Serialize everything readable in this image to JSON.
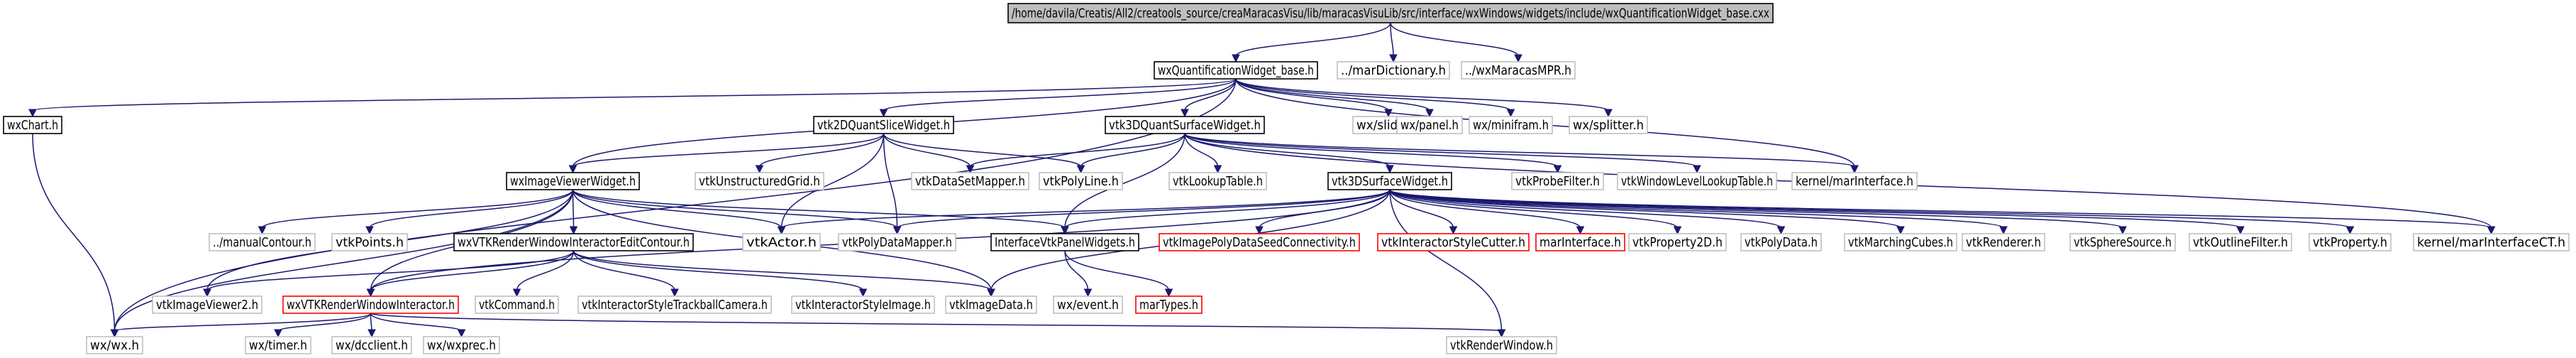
{
  "colors": {
    "root_fill": "#bfbfbf",
    "border_documented": "#000000",
    "border_external": "#bfbfbf",
    "border_undocumented": "#ff0000",
    "edge": "#191970"
  },
  "nodes": [
    {
      "id": "root",
      "label": "/home/davila/Creatis/All2/creatools_source/creaMaracasVisu/lib/maracasVisuLib/src/interface/wxWindows/widgets/include/wxQuantificationWidget_base.cxx",
      "kind": "root"
    },
    {
      "id": "wxqw",
      "label": "wxQuantificationWidget_base.h",
      "kind": "documented"
    },
    {
      "id": "mardict",
      "label": "../marDictionary.h",
      "kind": "external"
    },
    {
      "id": "wxmpr",
      "label": "../wxMaracasMPR.h",
      "kind": "external"
    },
    {
      "id": "wxchart",
      "label": "wxChart.h",
      "kind": "documented"
    },
    {
      "id": "v2dslice",
      "label": "vtk2DQuantSliceWidget.h",
      "kind": "documented"
    },
    {
      "id": "v3dquant",
      "label": "vtk3DQuantSurfaceWidget.h",
      "kind": "documented"
    },
    {
      "id": "wxslider",
      "label": "wx/slider.h",
      "kind": "external"
    },
    {
      "id": "wxpanel",
      "label": "wx/panel.h",
      "kind": "external"
    },
    {
      "id": "wxminifram",
      "label": "wx/minifram.h",
      "kind": "external"
    },
    {
      "id": "wxsplitter",
      "label": "wx/splitter.h",
      "kind": "external"
    },
    {
      "id": "wximgviewer",
      "label": "wxImageViewerWidget.h",
      "kind": "documented"
    },
    {
      "id": "vtkugrid",
      "label": "vtkUnstructuredGrid.h",
      "kind": "external"
    },
    {
      "id": "vtkdsmapper",
      "label": "vtkDataSetMapper.h",
      "kind": "external"
    },
    {
      "id": "vtkpolyline",
      "label": "vtkPolyLine.h",
      "kind": "external"
    },
    {
      "id": "vtklut",
      "label": "vtkLookupTable.h",
      "kind": "external"
    },
    {
      "id": "vtkprobe",
      "label": "vtkProbeFilter.h",
      "kind": "external"
    },
    {
      "id": "vtkwlut",
      "label": "vtkWindowLevelLookupTable.h",
      "kind": "external"
    },
    {
      "id": "kmarinterface",
      "label": "kernel/marInterface.h",
      "kind": "external"
    },
    {
      "id": "manualcontour",
      "label": "../manualContour.h",
      "kind": "external"
    },
    {
      "id": "vtkpoints",
      "label": "vtkPoints.h",
      "kind": "external"
    },
    {
      "id": "wxvtkrwiedit",
      "label": "wxVTKRenderWindowInteractorEditContour.h",
      "kind": "documented"
    },
    {
      "id": "v3dsurf",
      "label": "vtk3DSurfaceWidget.h",
      "kind": "documented"
    },
    {
      "id": "vtkactor",
      "label": "vtkActor.h",
      "kind": "external"
    },
    {
      "id": "vtkpdmapper",
      "label": "vtkPolyDataMapper.h",
      "kind": "external"
    },
    {
      "id": "ivtkpanel",
      "label": "InterfaceVtkPanelWidgets.h",
      "kind": "documented"
    },
    {
      "id": "vtkipdsc",
      "label": "vtkImagePolyDataSeedConnectivity.h",
      "kind": "undocumented"
    },
    {
      "id": "vtkiscutter",
      "label": "vtkInteractorStyleCutter.h",
      "kind": "undocumented"
    },
    {
      "id": "marinterface",
      "label": "marInterface.h",
      "kind": "undocumented"
    },
    {
      "id": "vtkprop2d",
      "label": "vtkProperty2D.h",
      "kind": "external"
    },
    {
      "id": "vtkpolydata",
      "label": "vtkPolyData.h",
      "kind": "external"
    },
    {
      "id": "vtkmcubes",
      "label": "vtkMarchingCubes.h",
      "kind": "external"
    },
    {
      "id": "vtkrenderer",
      "label": "vtkRenderer.h",
      "kind": "external"
    },
    {
      "id": "vtksphere",
      "label": "vtkSphereSource.h",
      "kind": "external"
    },
    {
      "id": "vtkoutline",
      "label": "vtkOutlineFilter.h",
      "kind": "external"
    },
    {
      "id": "vtkproperty",
      "label": "vtkProperty.h",
      "kind": "external"
    },
    {
      "id": "kmarinterfacect",
      "label": "kernel/marInterfaceCT.h",
      "kind": "external"
    },
    {
      "id": "vtkimgviewer2",
      "label": "vtkImageViewer2.h",
      "kind": "external"
    },
    {
      "id": "wxvtkrwi",
      "label": "wxVTKRenderWindowInteractor.h",
      "kind": "undocumented"
    },
    {
      "id": "vtkcommand",
      "label": "vtkCommand.h",
      "kind": "external"
    },
    {
      "id": "vtkistc",
      "label": "vtkInteractorStyleTrackballCamera.h",
      "kind": "external"
    },
    {
      "id": "vtkisimage",
      "label": "vtkInteractorStyleImage.h",
      "kind": "external"
    },
    {
      "id": "vtkimagedata",
      "label": "vtkImageData.h",
      "kind": "external"
    },
    {
      "id": "wxevent",
      "label": "wx/event.h",
      "kind": "external"
    },
    {
      "id": "martypes",
      "label": "marTypes.h",
      "kind": "undocumented"
    },
    {
      "id": "wxwx",
      "label": "wx/wx.h",
      "kind": "external"
    },
    {
      "id": "wxtimer",
      "label": "wx/timer.h",
      "kind": "external"
    },
    {
      "id": "wxdcclient",
      "label": "wx/dcclient.h",
      "kind": "external"
    },
    {
      "id": "wxwxprec",
      "label": "wx/wxprec.h",
      "kind": "external"
    },
    {
      "id": "vtkrenderwindow",
      "label": "vtkRenderWindow.h",
      "kind": "external"
    }
  ],
  "edges": [
    [
      "root",
      "wxqw"
    ],
    [
      "root",
      "mardict"
    ],
    [
      "root",
      "wxmpr"
    ],
    [
      "wxqw",
      "wxchart"
    ],
    [
      "wxqw",
      "v2dslice"
    ],
    [
      "wxqw",
      "v3dquant"
    ],
    [
      "wxqw",
      "wxslider"
    ],
    [
      "wxqw",
      "wxpanel"
    ],
    [
      "wxqw",
      "wxminifram"
    ],
    [
      "wxqw",
      "wxsplitter"
    ],
    [
      "wxqw",
      "wximgviewer"
    ],
    [
      "wxqw",
      "wxwx"
    ],
    [
      "wxqw",
      "kmarinterface"
    ],
    [
      "wxchart",
      "wxwx"
    ],
    [
      "v2dslice",
      "wximgviewer"
    ],
    [
      "v2dslice",
      "vtkugrid"
    ],
    [
      "v2dslice",
      "vtkdsmapper"
    ],
    [
      "v2dslice",
      "vtkpolyline"
    ],
    [
      "v2dslice",
      "vtkactor"
    ],
    [
      "v2dslice",
      "vtkpdmapper"
    ],
    [
      "v3dquant",
      "v3dsurf"
    ],
    [
      "v3dquant",
      "vtkdsmapper"
    ],
    [
      "v3dquant",
      "vtkpolyline"
    ],
    [
      "v3dquant",
      "vtklut"
    ],
    [
      "v3dquant",
      "vtkprobe"
    ],
    [
      "v3dquant",
      "vtkwlut"
    ],
    [
      "v3dquant",
      "kmarinterface"
    ],
    [
      "v3dquant",
      "ivtkpanel"
    ],
    [
      "v3dquant",
      "kmarinterfacect"
    ],
    [
      "wximgviewer",
      "manualcontour"
    ],
    [
      "wximgviewer",
      "vtkpoints"
    ],
    [
      "wximgviewer",
      "wxvtkrwiedit"
    ],
    [
      "wximgviewer",
      "vtkimgviewer2"
    ],
    [
      "wximgviewer",
      "wxvtkrwi"
    ],
    [
      "wximgviewer",
      "vtkactor"
    ],
    [
      "wximgviewer",
      "vtkpdmapper"
    ],
    [
      "wximgviewer",
      "ivtkpanel"
    ],
    [
      "wximgviewer",
      "vtkimagedata"
    ],
    [
      "wximgviewer",
      "wxwx"
    ],
    [
      "v3dsurf",
      "vtkactor"
    ],
    [
      "v3dsurf",
      "vtkpdmapper"
    ],
    [
      "v3dsurf",
      "ivtkpanel"
    ],
    [
      "v3dsurf",
      "vtkipdsc"
    ],
    [
      "v3dsurf",
      "vtkiscutter"
    ],
    [
      "v3dsurf",
      "marinterface"
    ],
    [
      "v3dsurf",
      "vtkprop2d"
    ],
    [
      "v3dsurf",
      "vtkpolydata"
    ],
    [
      "v3dsurf",
      "vtkmcubes"
    ],
    [
      "v3dsurf",
      "vtkrenderer"
    ],
    [
      "v3dsurf",
      "vtksphere"
    ],
    [
      "v3dsurf",
      "vtkoutline"
    ],
    [
      "v3dsurf",
      "vtkproperty"
    ],
    [
      "v3dsurf",
      "kmarinterfacect"
    ],
    [
      "v3dsurf",
      "vtkrenderwindow"
    ],
    [
      "v3dsurf",
      "vtkimagedata"
    ],
    [
      "v3dsurf",
      "wxvtkrwi"
    ],
    [
      "wxvtkrwiedit",
      "vtkimgviewer2"
    ],
    [
      "wxvtkrwiedit",
      "wxvtkrwi"
    ],
    [
      "wxvtkrwiedit",
      "vtkcommand"
    ],
    [
      "wxvtkrwiedit",
      "vtkistc"
    ],
    [
      "wxvtkrwiedit",
      "vtkisimage"
    ],
    [
      "wxvtkrwiedit",
      "vtkimagedata"
    ],
    [
      "ivtkpanel",
      "wxevent"
    ],
    [
      "ivtkpanel",
      "martypes"
    ],
    [
      "wxvtkrwi",
      "wxwx"
    ],
    [
      "wxvtkrwi",
      "wxtimer"
    ],
    [
      "wxvtkrwi",
      "wxdcclient"
    ],
    [
      "wxvtkrwi",
      "wxwxprec"
    ],
    [
      "wxvtkrwi",
      "vtkrenderwindow"
    ]
  ]
}
